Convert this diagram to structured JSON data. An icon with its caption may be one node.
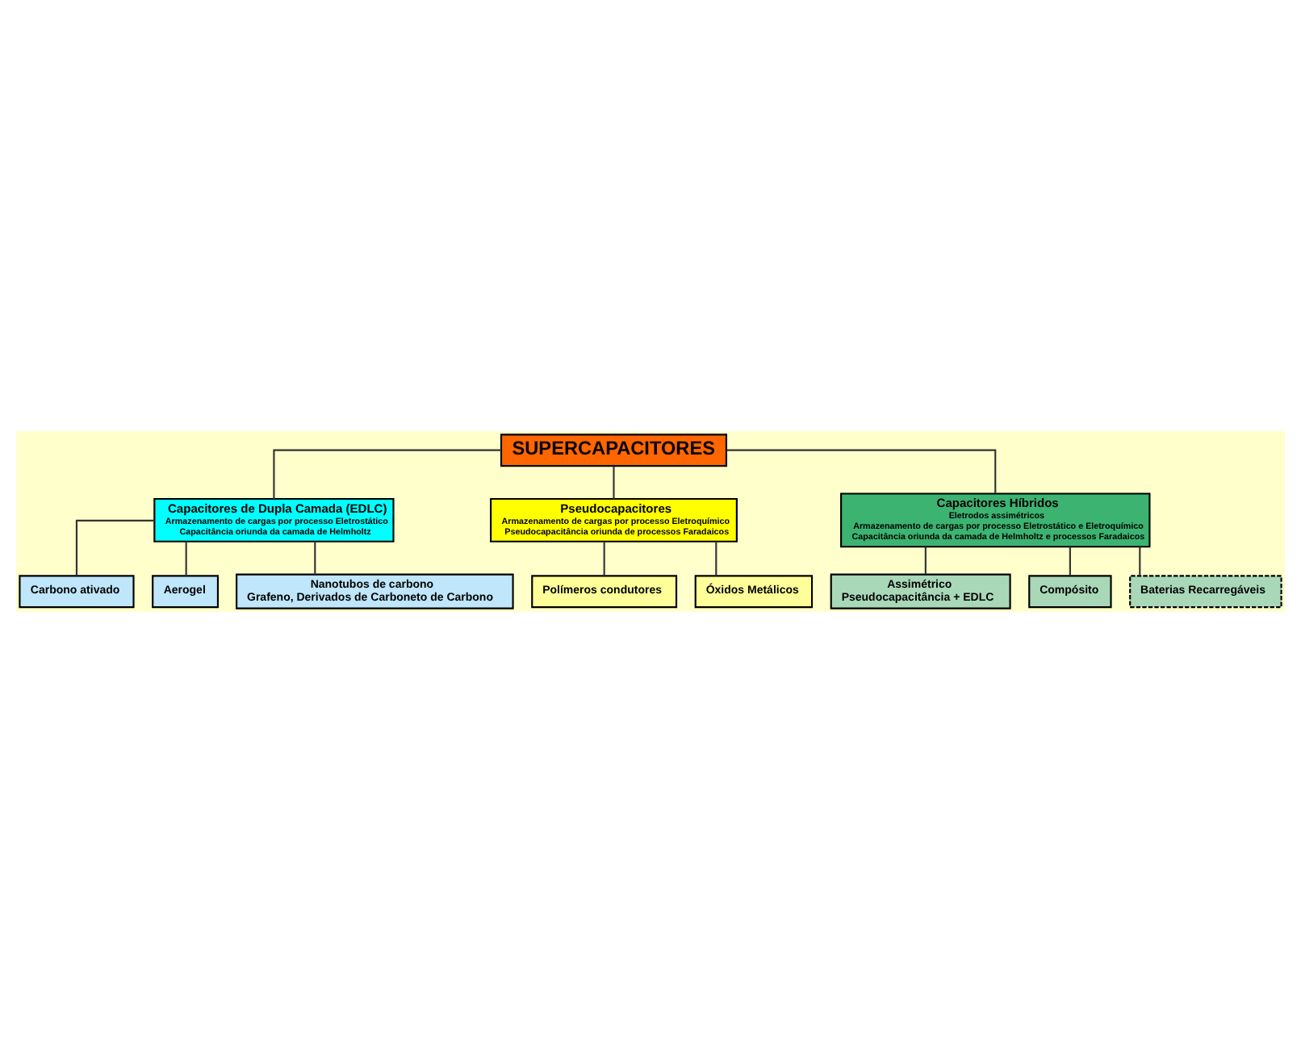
{
  "diagram": {
    "nodes": [
      {
        "text": [
          "SUPERCAPACITORES"
        ]
      },
      {
        "text": [
          "Capacitores de Dupla Camada (EDLC)",
          "Armazenamento de cargas por processo Eletrostático",
          "Capacitância oriunda da camada de Helmholtz"
        ]
      },
      {
        "text": [
          "Pseudocapacitores",
          "Armazenamento de cargas por processo Eletroquímico",
          "Pseudocapacitância oriunda de processos Faradaicos"
        ]
      },
      {
        "text": [
          "Carbono ativado"
        ]
      },
      {
        "text": [
          "Aerogel"
        ]
      },
      {
        "text": [
          "Nanotubos de carbono",
          "Grafeno, Derivados de Carboneto de Carbono"
        ]
      },
      {
        "text": [
          "Polímeros condutores"
        ]
      },
      {
        "text": [
          "Óxidos Metálicos"
        ]
      },
      {
        "text": [
          "Capacitores Híbridos",
          "Eletrodos assimétricos",
          "Armazenamento de cargas por processo Eletrostático e Eletroquímico",
          "Capacitância oriunda da camada de Helmholtz e processos Faradaicos"
        ]
      },
      {
        "text": [
          "Assimétrico",
          "Pseudocapacitância + EDLC"
        ]
      },
      {
        "text": [
          "Compósito"
        ]
      },
      {
        "text": [
          "Baterias Recarregáveis"
        ]
      }
    ],
    "edges": [
      {
        "from": 0,
        "to": 1,
        "arrow": "none"
      },
      {
        "from": 0,
        "to": 2,
        "arrow": "none"
      },
      {
        "from": 1,
        "to": 3,
        "arrow": "none"
      },
      {
        "from": 1,
        "to": 4,
        "arrow": "none"
      },
      {
        "from": 1,
        "to": 5,
        "arrow": "none"
      },
      {
        "from": 2,
        "to": 6,
        "arrow": "none"
      },
      {
        "from": 2,
        "to": 7,
        "arrow": "none"
      },
      {
        "from": 0,
        "to": 8,
        "arrow": "none"
      },
      {
        "from": 8,
        "to": 9,
        "arrow": "none"
      },
      {
        "from": 8,
        "to": 10,
        "arrow": "none"
      },
      {
        "from": 8,
        "to": 11,
        "arrow": "none"
      }
    ]
  }
}
